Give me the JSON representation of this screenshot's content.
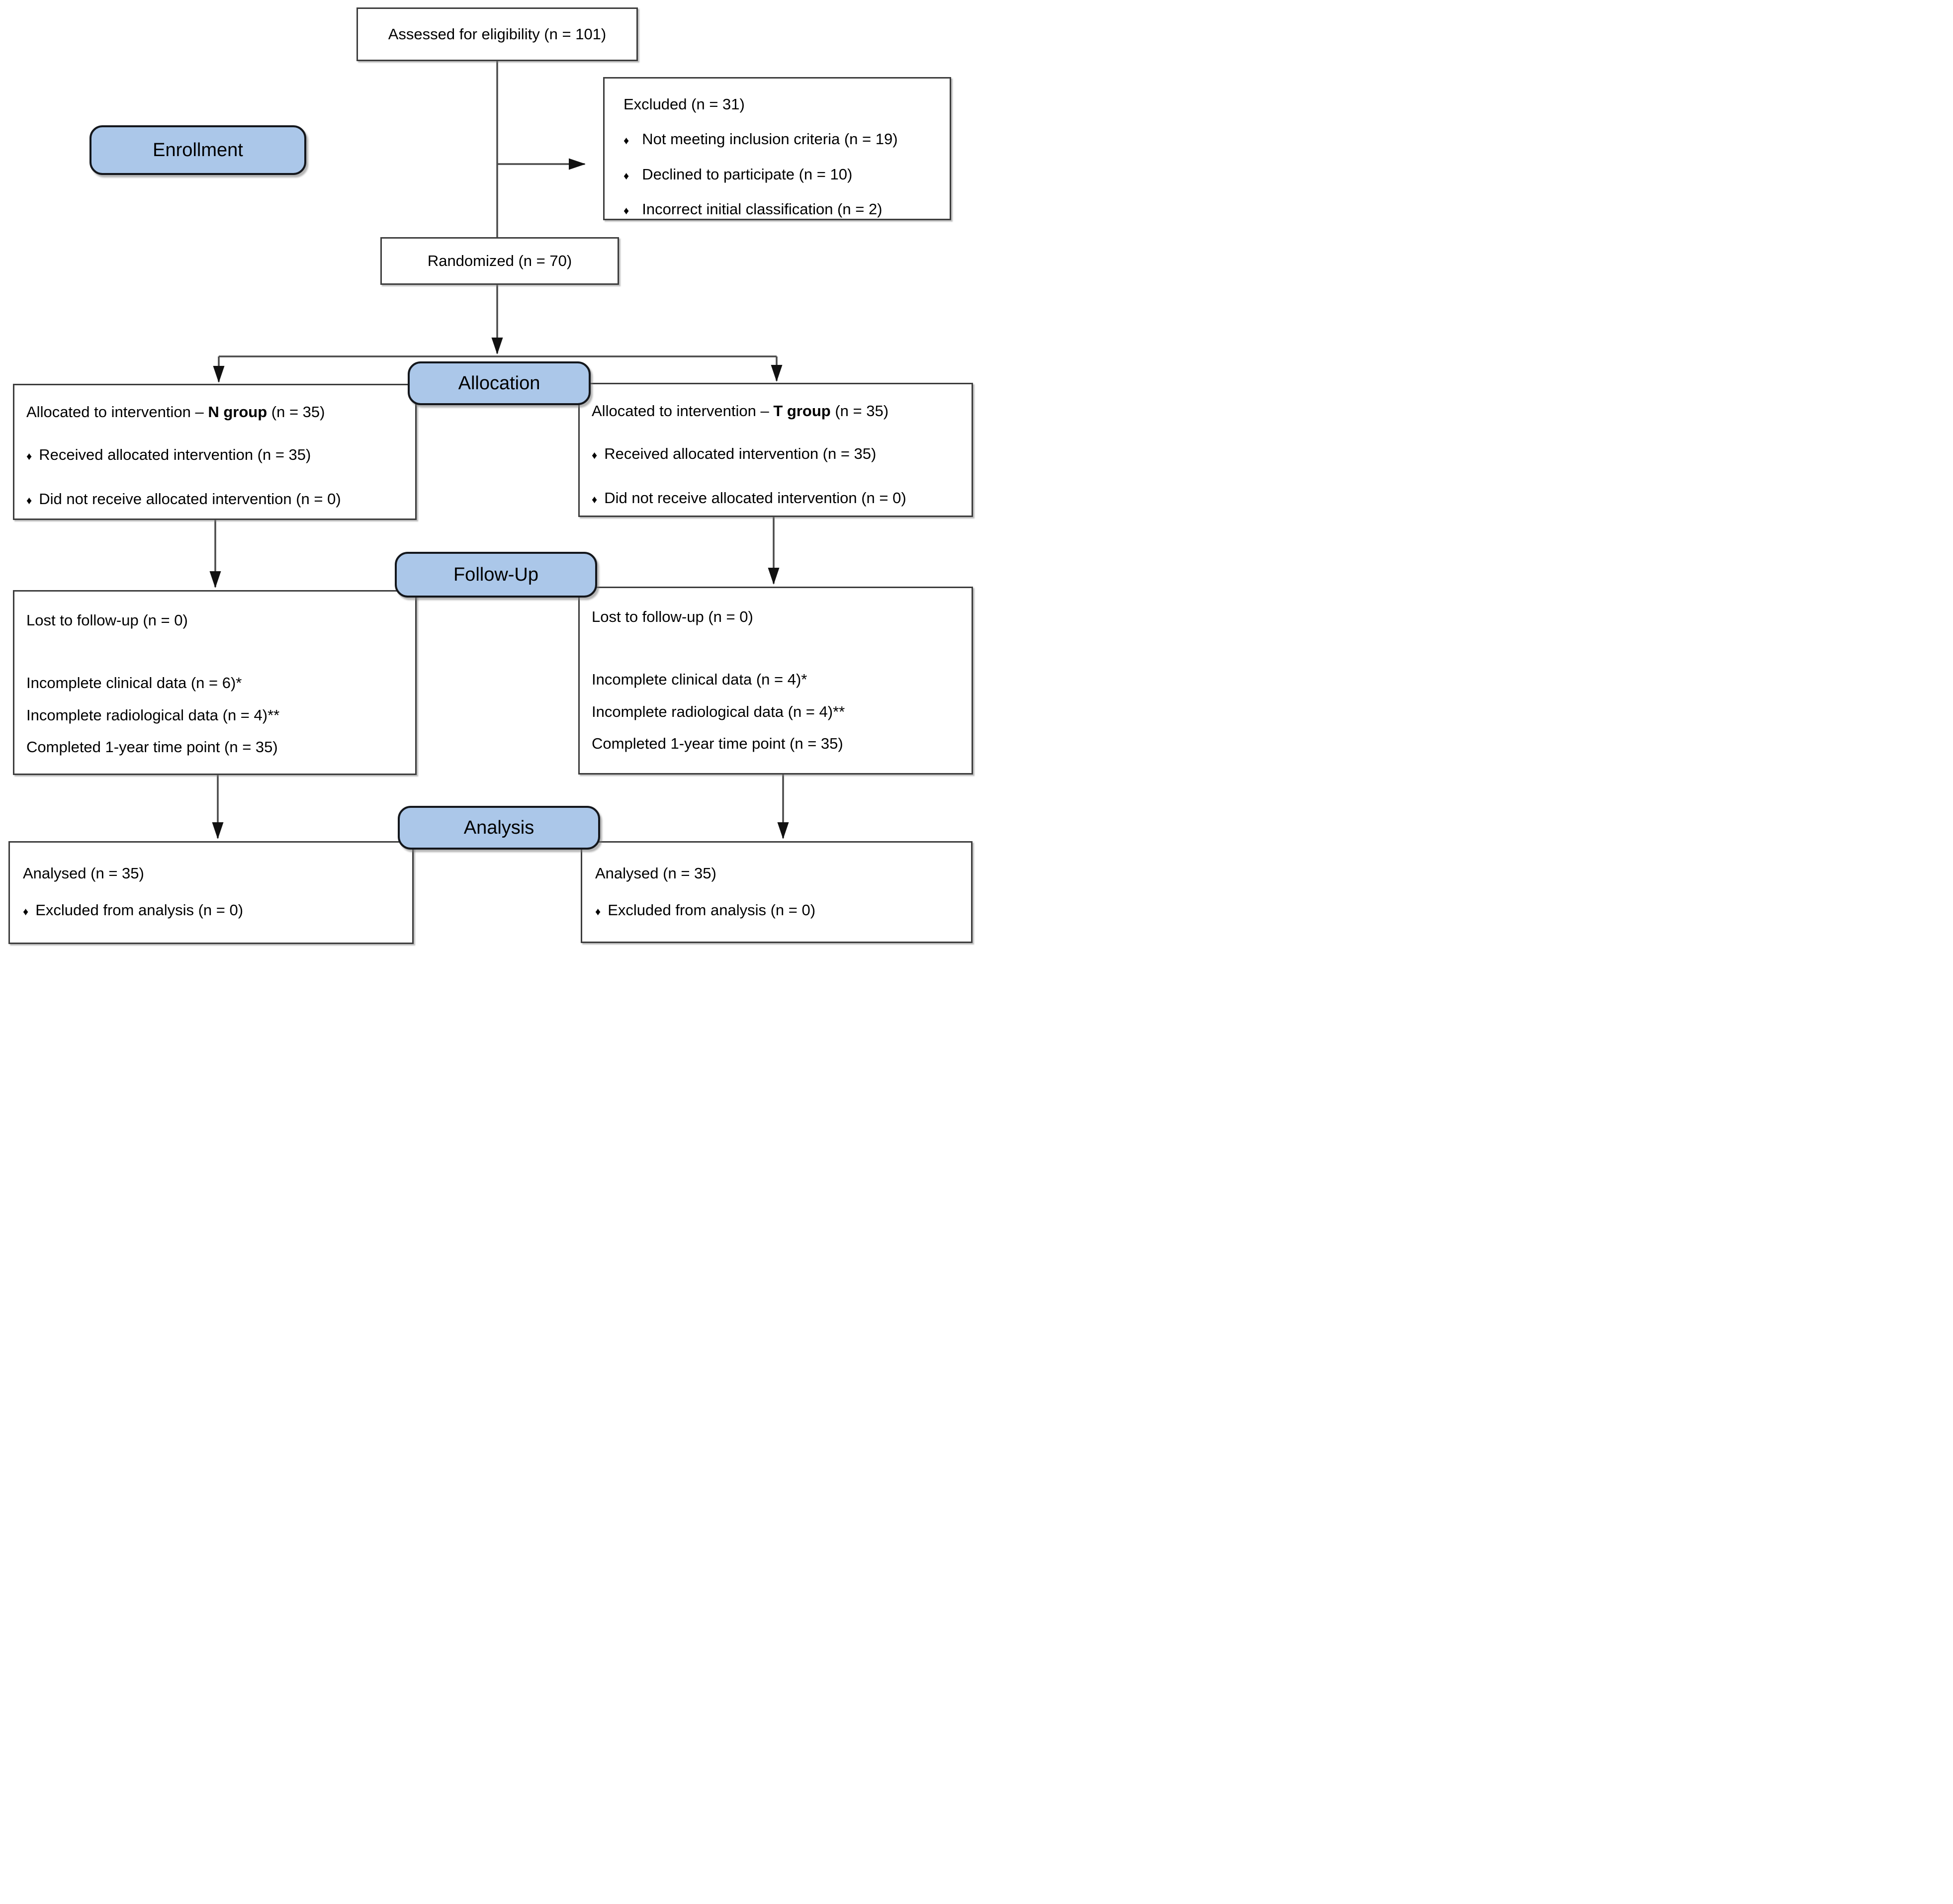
{
  "stages": {
    "enrollment": "Enrollment",
    "allocation": "Allocation",
    "followup": "Follow-Up",
    "analysis": "Analysis"
  },
  "bullet_char": "♦",
  "boxes": {
    "assessed": {
      "text": "Assessed for eligibility (n = 101)"
    },
    "excluded": {
      "title": "Excluded (n = 31)",
      "bullets": [
        "Not meeting inclusion criteria (n = 19)",
        "Declined to participate (n = 10)",
        "Incorrect initial classification (n = 2)"
      ]
    },
    "randomized": {
      "text": "Randomized (n = 70)"
    },
    "allocation_left": {
      "title_prefix": "Allocated to intervention – ",
      "title_group": "N group",
      "title_suffix": " (n = 35)",
      "bullets": [
        "Received allocated intervention (n = 35)",
        "Did not receive allocated intervention (n = 0)"
      ]
    },
    "allocation_right": {
      "title_prefix": "Allocated to intervention – ",
      "title_group": "T group",
      "title_suffix": " (n = 35)",
      "bullets": [
        "Received allocated intervention (n = 35)",
        "Did not receive allocated intervention (n = 0)"
      ]
    },
    "followup_left": {
      "lines": [
        "Lost to follow-up (n = 0)",
        "Incomplete clinical data (n = 6)*",
        "Incomplete radiological data (n = 4)**",
        "Completed 1-year time point (n = 35)"
      ]
    },
    "followup_right": {
      "lines": [
        "Lost to follow-up (n = 0)",
        "Incomplete clinical data (n = 4)*",
        "Incomplete radiological data (n = 4)**",
        "Completed 1-year time point (n = 35)"
      ]
    },
    "analysis_left": {
      "title": "Analysed (n = 35)",
      "bullets": [
        "Excluded from analysis (n = 0)"
      ]
    },
    "analysis_right": {
      "title": "Analysed (n = 35)",
      "bullets": [
        "Excluded from analysis (n = 0)"
      ]
    }
  },
  "colors": {
    "stage_fill": "#abc7e9",
    "stage_border": "#14171c",
    "box_border": "#3d3d3d",
    "connector": "#4a4a4a",
    "arrowhead": "#111111",
    "text": "#000000",
    "background": "#ffffff"
  }
}
